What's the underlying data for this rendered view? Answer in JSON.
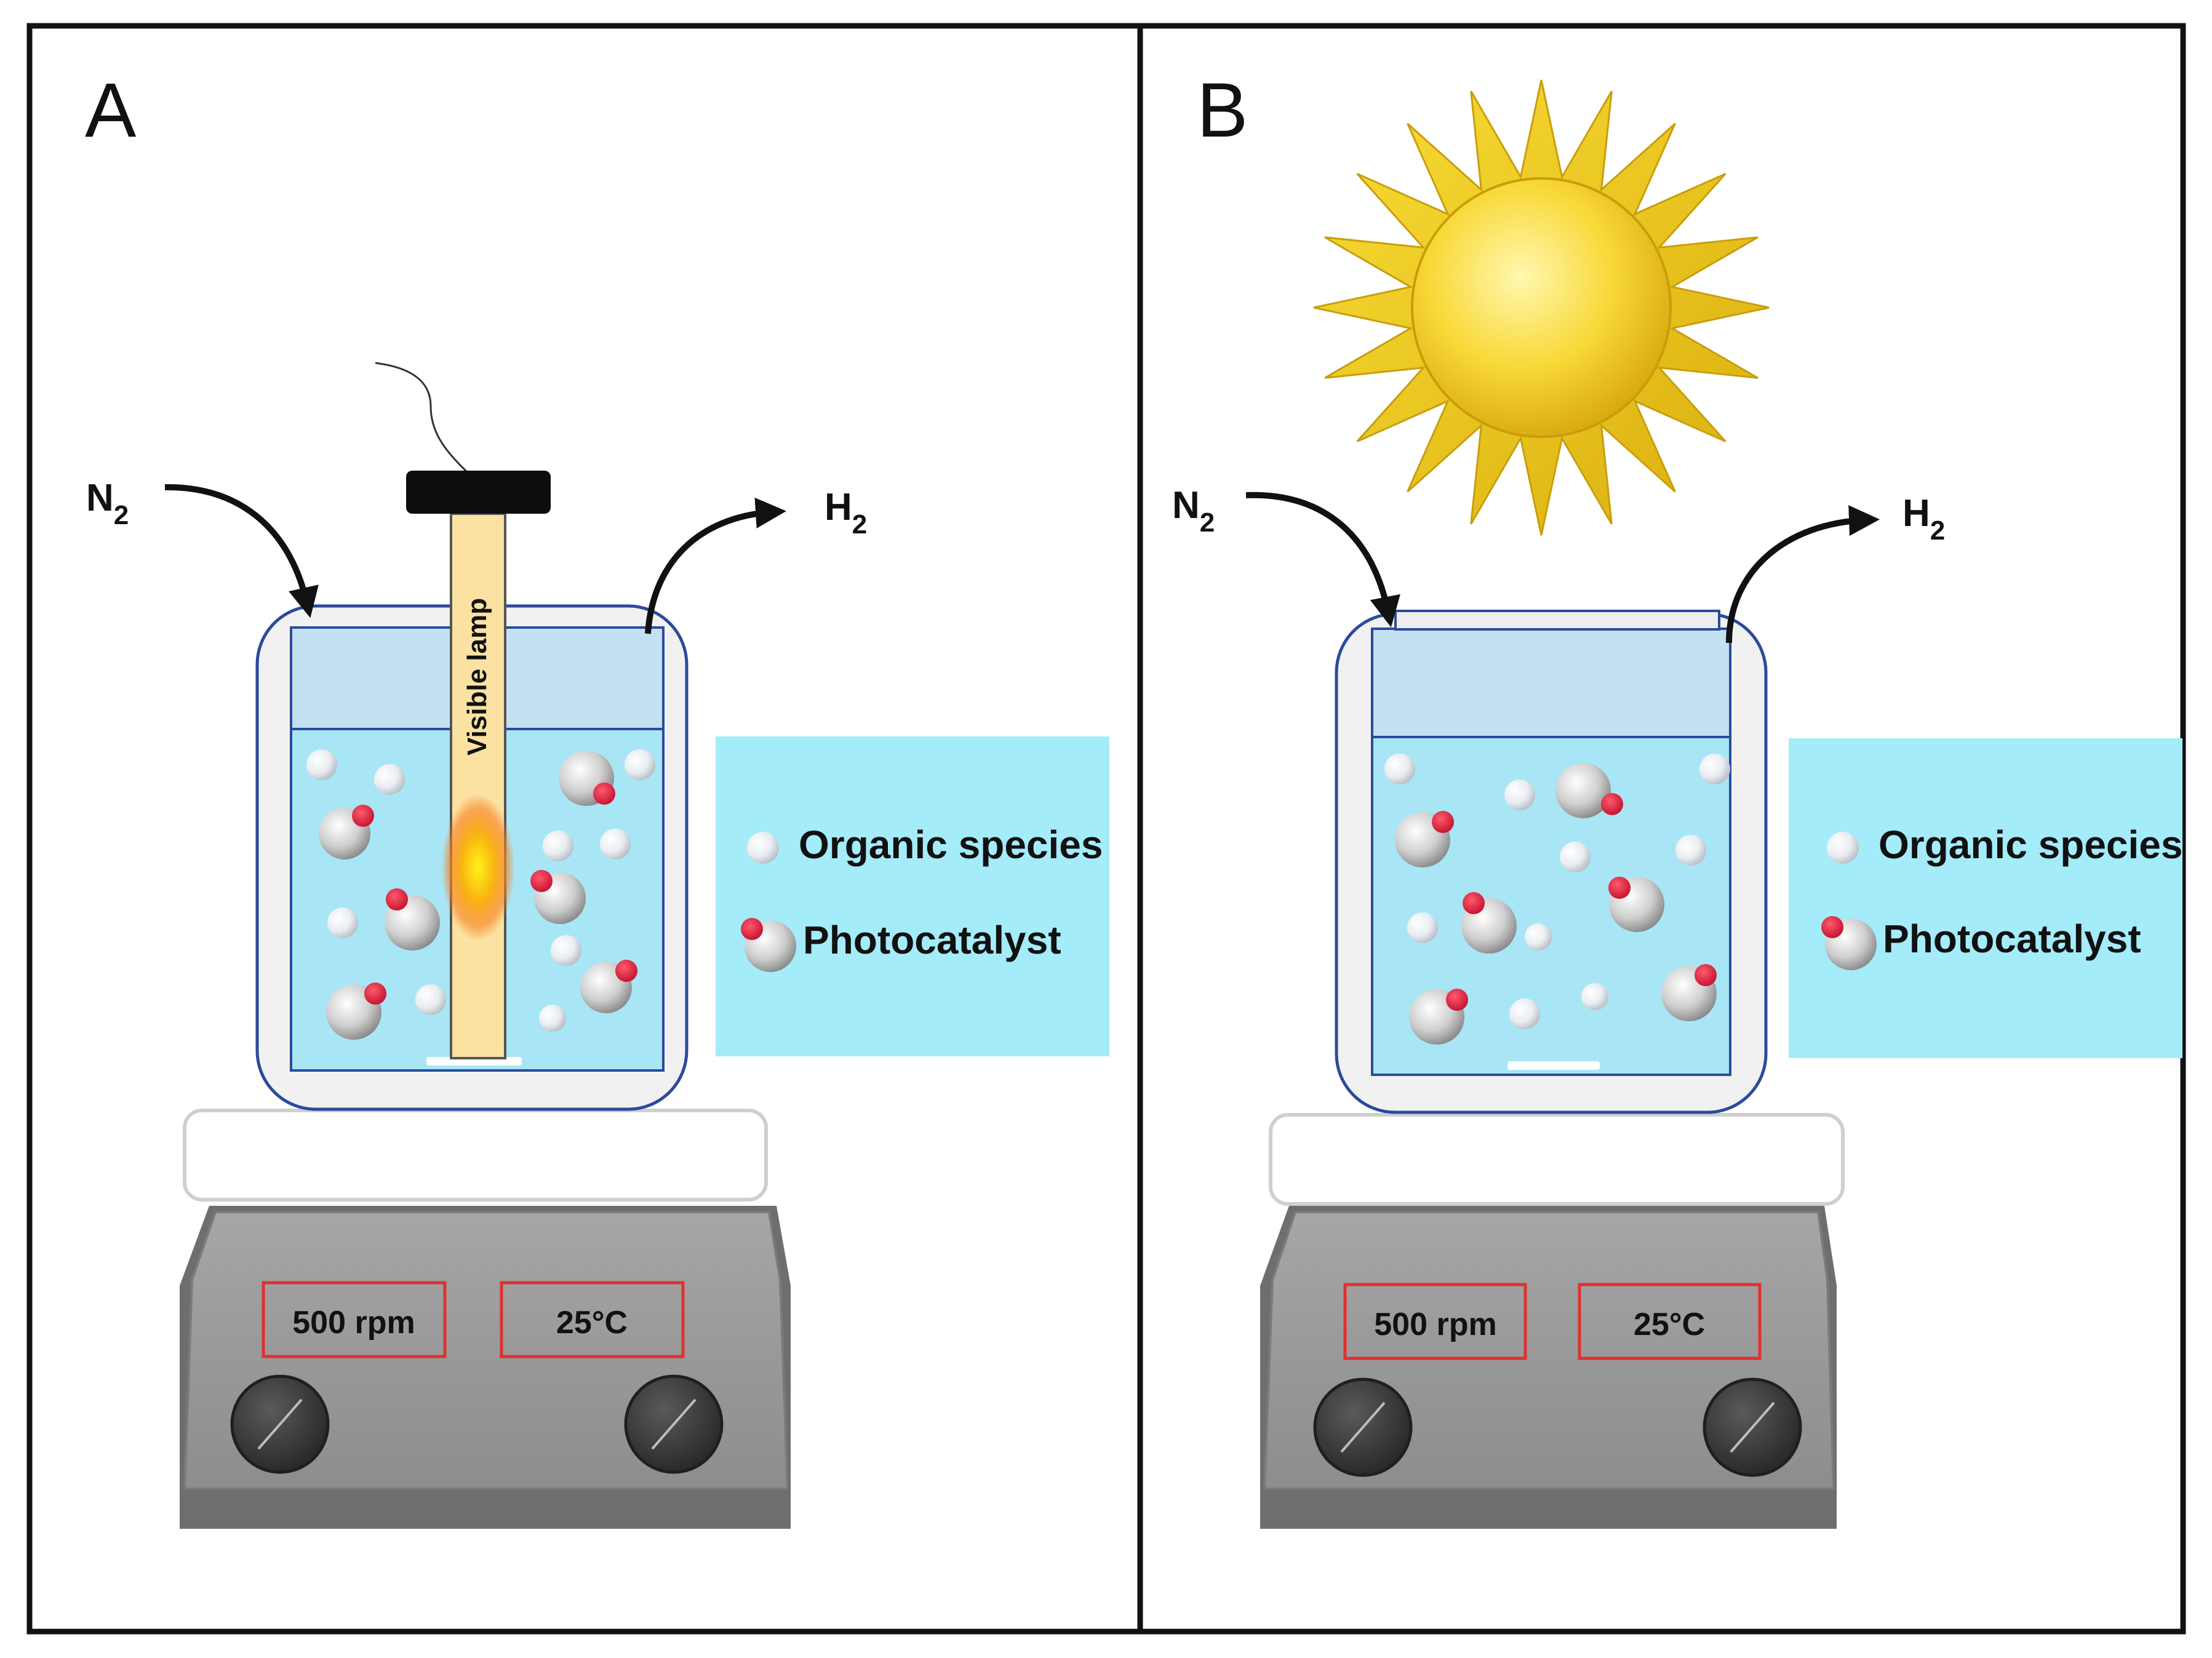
{
  "panels": [
    {
      "id": "A",
      "letter": "A",
      "inlet_gas": {
        "symbol": "N",
        "subscript": "2"
      },
      "outlet_gas": {
        "symbol": "H",
        "subscript": "2"
      },
      "lamp_label": "Visible lamp",
      "legend": {
        "organic": "Organic species",
        "photocatalyst": "Photocatalyst"
      },
      "display_speed": "500 rpm",
      "display_temp": "25°C"
    },
    {
      "id": "B",
      "letter": "B",
      "inlet_gas": {
        "symbol": "N",
        "subscript": "2"
      },
      "outlet_gas": {
        "symbol": "H",
        "subscript": "2"
      },
      "legend": {
        "organic": "Organic species",
        "photocatalyst": "Photocatalyst"
      },
      "display_speed": "500 rpm",
      "display_temp": "25°C"
    }
  ],
  "colors": {
    "frame": "#111111",
    "liquid": "#a8e6f6",
    "headspace": "#c4e1f2",
    "legend_bg": "#a4ecfa",
    "vessel_border": "#2b4a9c",
    "lamp": "#fbe2a2",
    "lamp_glow": "#f7b514",
    "photocatalyst_dot": "#d9163b",
    "display_border": "#e03030",
    "stirrer_body": "#9c9c9c",
    "knob": "#3a3a3a",
    "sun": "#f4cf22"
  },
  "icons": [
    "sun-icon",
    "visible-lamp-icon",
    "stirrer-knob-icon",
    "organic-species-icon",
    "photocatalyst-icon",
    "gas-flow-arrow-icon"
  ]
}
